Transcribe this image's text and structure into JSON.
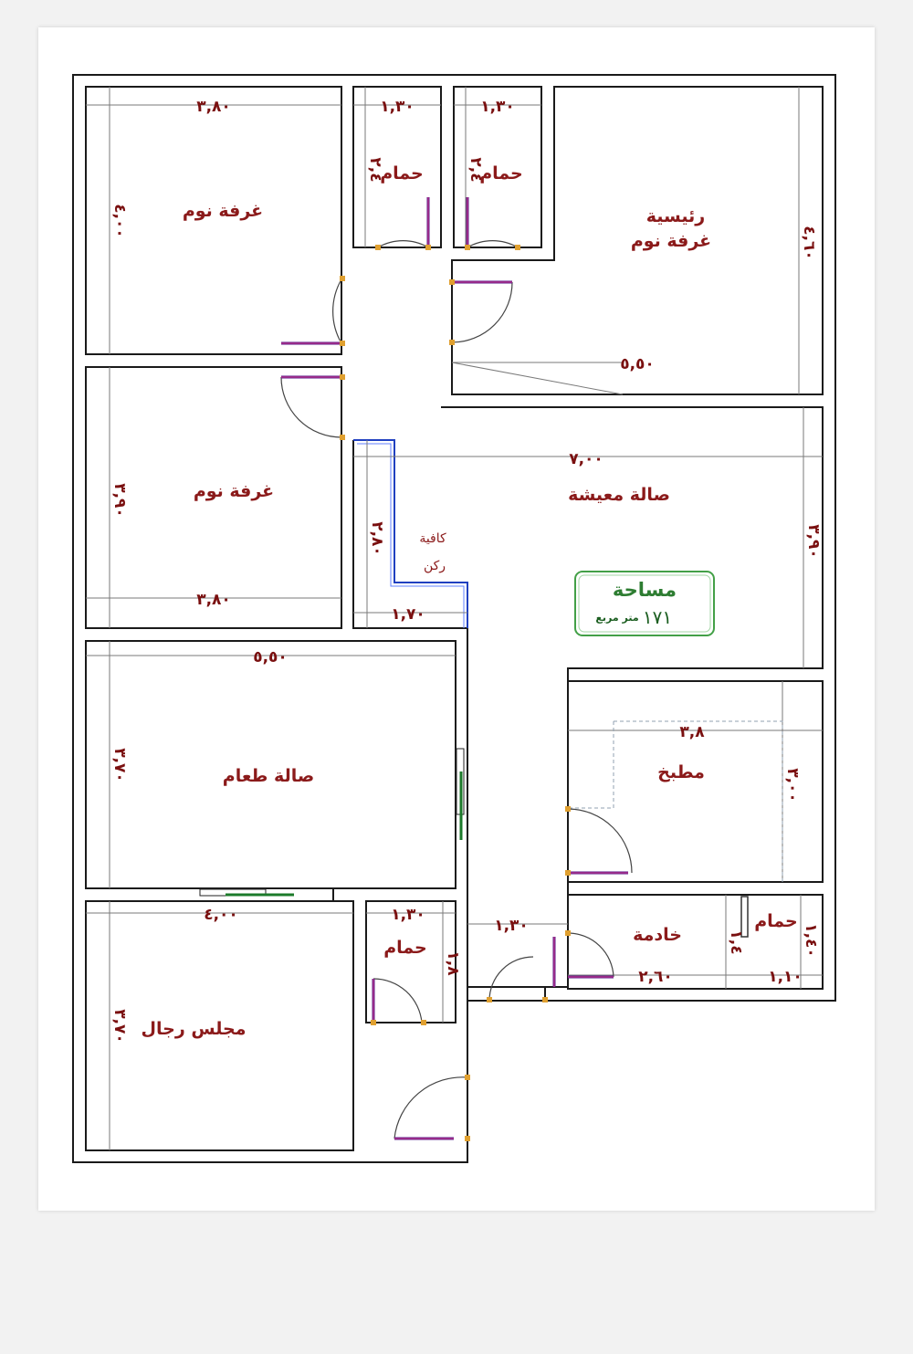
{
  "rooms": {
    "bedroom_top_left": "غرفة نوم",
    "bathroom_1": "حمام",
    "bathroom_2": "حمام",
    "master_bedroom_line1": "رئيسية",
    "master_bedroom_line2": "غرفة نوم",
    "bedroom_mid_left": "غرفة نوم",
    "living_hall": "صالة معيشة",
    "coffee_corner_line1": "كافية",
    "coffee_corner_line2": "ركن",
    "dining_hall": "صالة طعام",
    "kitchen": "مطبخ",
    "maid_room": "خادمة",
    "maid_bathroom": "حمام",
    "bathroom_3": "حمام",
    "men_majlis": "مجلس رجال"
  },
  "area_box": {
    "title": "مساحة",
    "value": "١٧١",
    "unit": "متر مربع"
  },
  "dimensions": {
    "bedroom_top_left_width": "٣,٨٠",
    "bedroom_top_left_height": "٤,٠٠",
    "bathroom_1_width": "١,٣٠",
    "bathroom_1_height": "٢,٤",
    "bathroom_2_width": "١,٣٠",
    "bathroom_2_height": "٢,٤",
    "master_width": "٥,٥٠",
    "master_height": "٤,٦٠",
    "living_width": "٧,٠٠",
    "living_height": "٣,٩٠",
    "bedroom_mid_height": "٣,٩٠",
    "bedroom_mid_width": "٣,٨٠",
    "corner_height": "٢,٨٠",
    "corner_width": "١,٧٠",
    "dining_width": "٥,٥٠",
    "dining_height": "٣,٧٠",
    "kitchen_width": "٣,٨",
    "kitchen_height": "٣,٠٠",
    "majlis_width": "٤,٠٠",
    "majlis_height": "٣,٧٠",
    "bathroom_3_width": "١,٣٠",
    "bathroom_3_height": "١,٨",
    "lobby_width": "١,٣٠",
    "maid_width": "٢,٦٠",
    "maid_bath_width": "١,١٠",
    "maid_bath_height": "١,٤٠",
    "maid_small_height": "١,٤"
  }
}
